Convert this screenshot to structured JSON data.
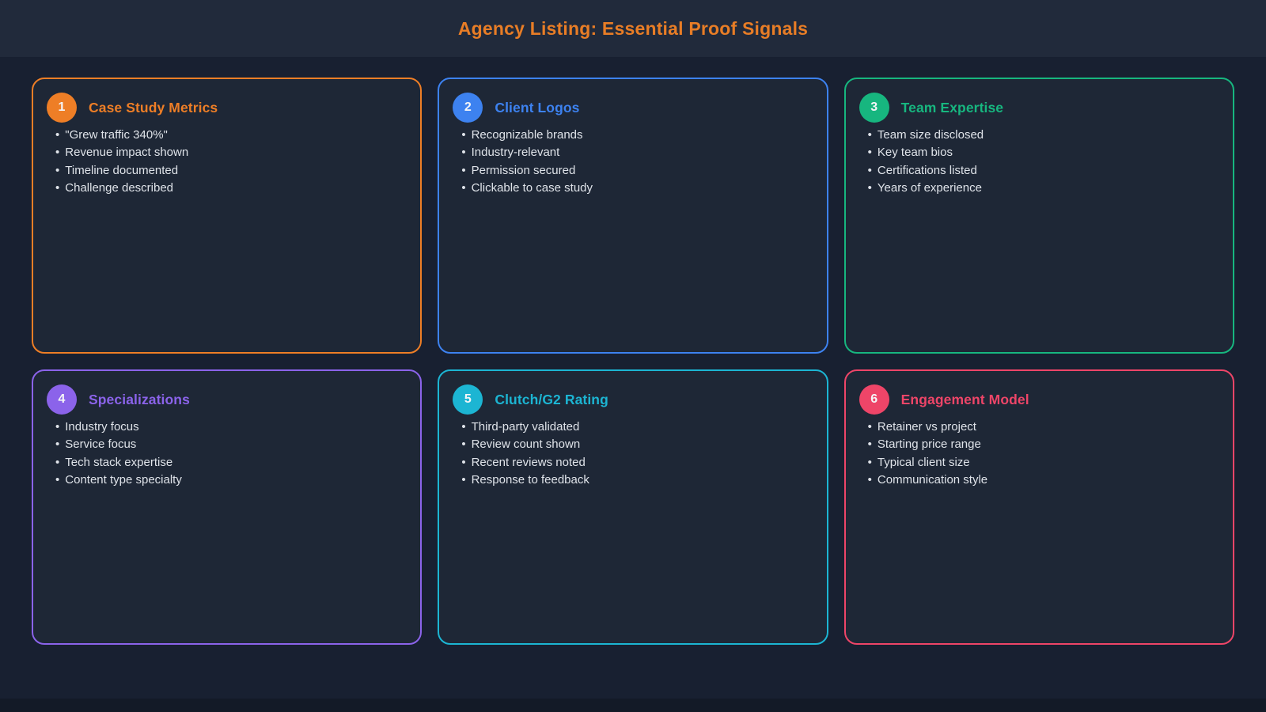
{
  "header": {
    "title": "Agency Listing: Essential Proof Signals"
  },
  "ui": {
    "bullet": "•"
  },
  "theme": {
    "page_bg": "#182031",
    "header_bg": "#212a3b",
    "card_bg": "#1e2736",
    "body_text": "#dfe3e9",
    "header_title_color": "#e87d26"
  },
  "cards": [
    {
      "number": "1",
      "title": "Case Study Metrics",
      "accent": "#ee7e26",
      "items": [
        "\"Grew traffic 340%\"",
        "Revenue impact shown",
        "Timeline documented",
        "Challenge described"
      ]
    },
    {
      "number": "2",
      "title": "Client Logos",
      "accent": "#3d82f0",
      "items": [
        "Recognizable brands",
        "Industry-relevant",
        "Permission secured",
        "Clickable to case study"
      ]
    },
    {
      "number": "3",
      "title": "Team Expertise",
      "accent": "#17b67f",
      "items": [
        "Team size disclosed",
        "Key team bios",
        "Certifications listed",
        "Years of experience"
      ]
    },
    {
      "number": "4",
      "title": "Specializations",
      "accent": "#8b63ea",
      "items": [
        "Industry focus",
        "Service focus",
        "Tech stack expertise",
        "Content type specialty"
      ]
    },
    {
      "number": "5",
      "title": "Clutch/G2 Rating",
      "accent": "#1cb5d3",
      "items": [
        "Third-party validated",
        "Review count shown",
        "Recent reviews noted",
        "Response to feedback"
      ]
    },
    {
      "number": "6",
      "title": "Engagement Model",
      "accent": "#ee4568",
      "items": [
        "Retainer vs project",
        "Starting price range",
        "Typical client size",
        "Communication style"
      ]
    }
  ]
}
